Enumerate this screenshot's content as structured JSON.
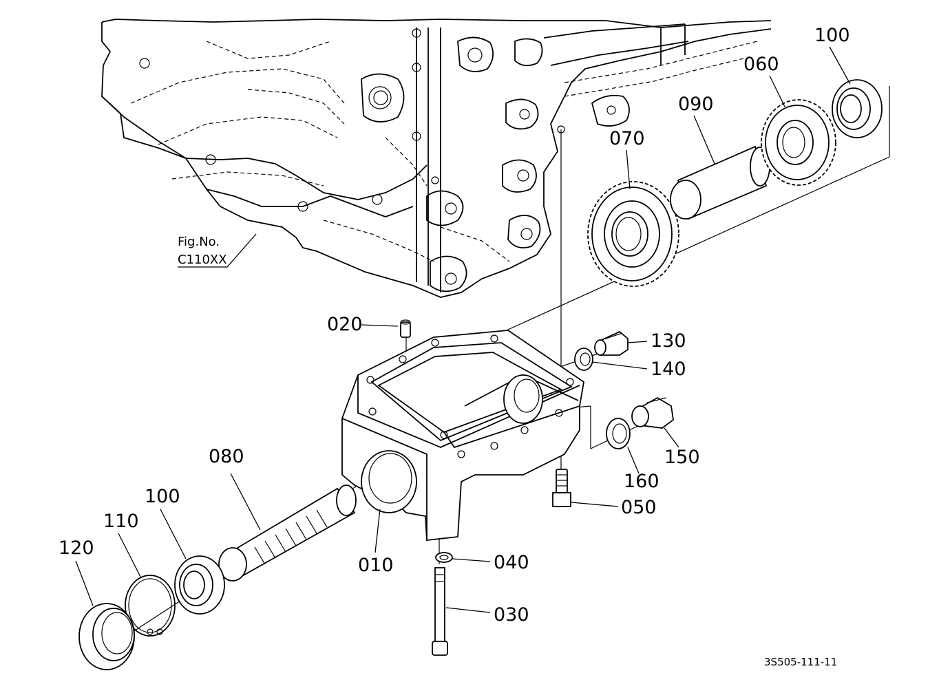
{
  "fig_reference": {
    "line1": "Fig.No.",
    "line2": "C110XX"
  },
  "doc_id": "3S505-111-11",
  "parts": [
    {
      "id": "p010",
      "label": "010",
      "desc": "gear case"
    },
    {
      "id": "p020",
      "label": "020",
      "desc": "pin"
    },
    {
      "id": "p030",
      "label": "030",
      "desc": "bolt"
    },
    {
      "id": "p040",
      "label": "040",
      "desc": "washer"
    },
    {
      "id": "p050",
      "label": "050",
      "desc": "bolt"
    },
    {
      "id": "p060",
      "label": "060",
      "desc": "gear"
    },
    {
      "id": "p070",
      "label": "070",
      "desc": "gear"
    },
    {
      "id": "p080",
      "label": "080",
      "desc": "shaft"
    },
    {
      "id": "p090",
      "label": "090",
      "desc": "collar"
    },
    {
      "id": "p100a",
      "label": "100",
      "desc": "ball bearing"
    },
    {
      "id": "p100b",
      "label": "100",
      "desc": "ball bearing"
    },
    {
      "id": "p110",
      "label": "110",
      "desc": "snap ring"
    },
    {
      "id": "p120",
      "label": "120",
      "desc": "oil seal"
    },
    {
      "id": "p130",
      "label": "130",
      "desc": "plug"
    },
    {
      "id": "p140",
      "label": "140",
      "desc": "gasket"
    },
    {
      "id": "p150",
      "label": "150",
      "desc": "plug"
    },
    {
      "id": "p160",
      "label": "160",
      "desc": "gasket"
    }
  ]
}
